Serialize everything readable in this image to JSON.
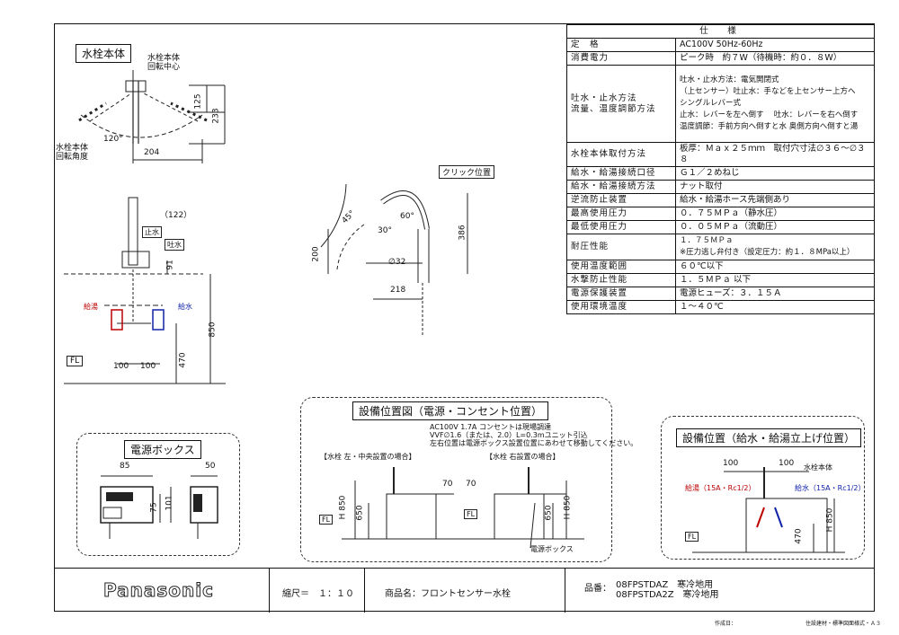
{
  "sections": {
    "faucet_body": "水栓本体",
    "power_box": "電源ボックス",
    "equipment_power": "設備位置図（電源・コンセント位置）",
    "equipment_supply": "設備位置（給水・給湯立上げ位置）"
  },
  "faucet": {
    "rotation_center": [
      "水栓本体",
      "回転中心"
    ],
    "rotation_angle": [
      "水栓本体",
      "回転角度"
    ],
    "dims": {
      "d125": "125",
      "d233": "233",
      "d204": "204",
      "d120deg": "120°"
    }
  },
  "front_view": {
    "d122": "（122）",
    "stop_label": "止水",
    "water_label": "吐水",
    "d91": "91",
    "hot_label": "給湯",
    "cold_label": "給水",
    "d100a": "100",
    "d100b": "100",
    "d470": "470",
    "d850": "850",
    "fl": "FL"
  },
  "side_view": {
    "click_label": "クリック位置",
    "d45deg": "45°",
    "d60deg": "60°",
    "d30deg": "30°",
    "dia32": "∅32",
    "d200": "200",
    "d386": "386",
    "d218": "218"
  },
  "power_box": {
    "d85": "85",
    "d50": "50",
    "d75": "75",
    "d101": "101"
  },
  "equipment_power": {
    "note1": "AC100V 1.7A コンセントは現場調達",
    "note2": "VVF∅1.6（または、2.0）L=0.3mユニット引込",
    "note3": "左右位置は電源ボックス設置位置にあわせて移動してください。",
    "left_case": "【水栓 左・中央設置の場合】",
    "right_case": "【水栓 右設置の場合】",
    "d70a": "70",
    "d70b": "70",
    "h850a": "H 850",
    "d650a": "650",
    "d650b": "650",
    "h850b": "H 850",
    "fl_a": "FL",
    "fl_b": "FL",
    "power_box_label": "電源ボックス"
  },
  "equipment_supply": {
    "d100a": "100",
    "d100b": "100",
    "body_label": "水栓本体",
    "hot": "給湯（15A・Rc1/2）",
    "cold": "給水（15A・Rc1/2）",
    "h850": "H 850",
    "d470": "470",
    "fl": "FL"
  },
  "spec": {
    "title": "仕　様",
    "rows": [
      {
        "k": "定　格",
        "v": "AC100V  50Hz-60Hz"
      },
      {
        "k": "消費電力",
        "v": "ピーク時　約７W（待機時：約０．８W）"
      },
      {
        "k": "吐水・止水方法\n流量、温度調節方法",
        "lines": [
          "吐水・止水方法：電気開閉式",
          "（上センサー）吐止水：手などを上センサー上方へ",
          "シングルレバー式",
          "止水：レバーを左へ倒す　 吐水：レバーを右へ倒す",
          "温度調節：手前方向へ倒すと水  奥側方向へ倒すと湯"
        ]
      },
      {
        "k": "水栓本体取付方法",
        "v": "板厚：Ｍａｘ２５ｍｍ　取付穴寸法∅３６～∅３８"
      },
      {
        "k": "給水・給湯接続口径",
        "v": "Ｇ１／２めねじ"
      },
      {
        "k": "給水・給湯接続方法",
        "v": "ナット取付"
      },
      {
        "k": "逆流防止装置",
        "v": "給水・給湯ホース先端側あり"
      },
      {
        "k": "最高使用圧力",
        "v": "０．７５ＭＰａ（静水圧）"
      },
      {
        "k": "最低使用圧力",
        "v": "０．０５ＭＰａ（流動圧）"
      },
      {
        "k": "耐圧性能",
        "lines": [
          "１．７５ＭＰａ",
          "※圧力逃し弁付き（設定圧力：約１．８MPa以上）"
        ]
      },
      {
        "k": "使用温度範囲",
        "v": "６０℃以下"
      },
      {
        "k": "水撃防止性能",
        "v": "１．５ＭＰａ 以下"
      },
      {
        "k": "電源保護装置",
        "v": "電源ヒューズ：３．１５Ａ"
      },
      {
        "k": "使用環境温度",
        "v": "１～４０℃"
      }
    ]
  },
  "title_block": {
    "brand": "Panasonic",
    "scale": "縮尺＝　１：１０",
    "product": "商品名：フロントセンサー水栓",
    "part_label": "品番：",
    "parts": [
      "08FPSTDAZ　寒冷地用",
      "08FPSTDA2Z　寒冷地用"
    ],
    "footer_left": "作成日：",
    "footer_right": "住設建材・標準図面様式・Ａ３"
  }
}
